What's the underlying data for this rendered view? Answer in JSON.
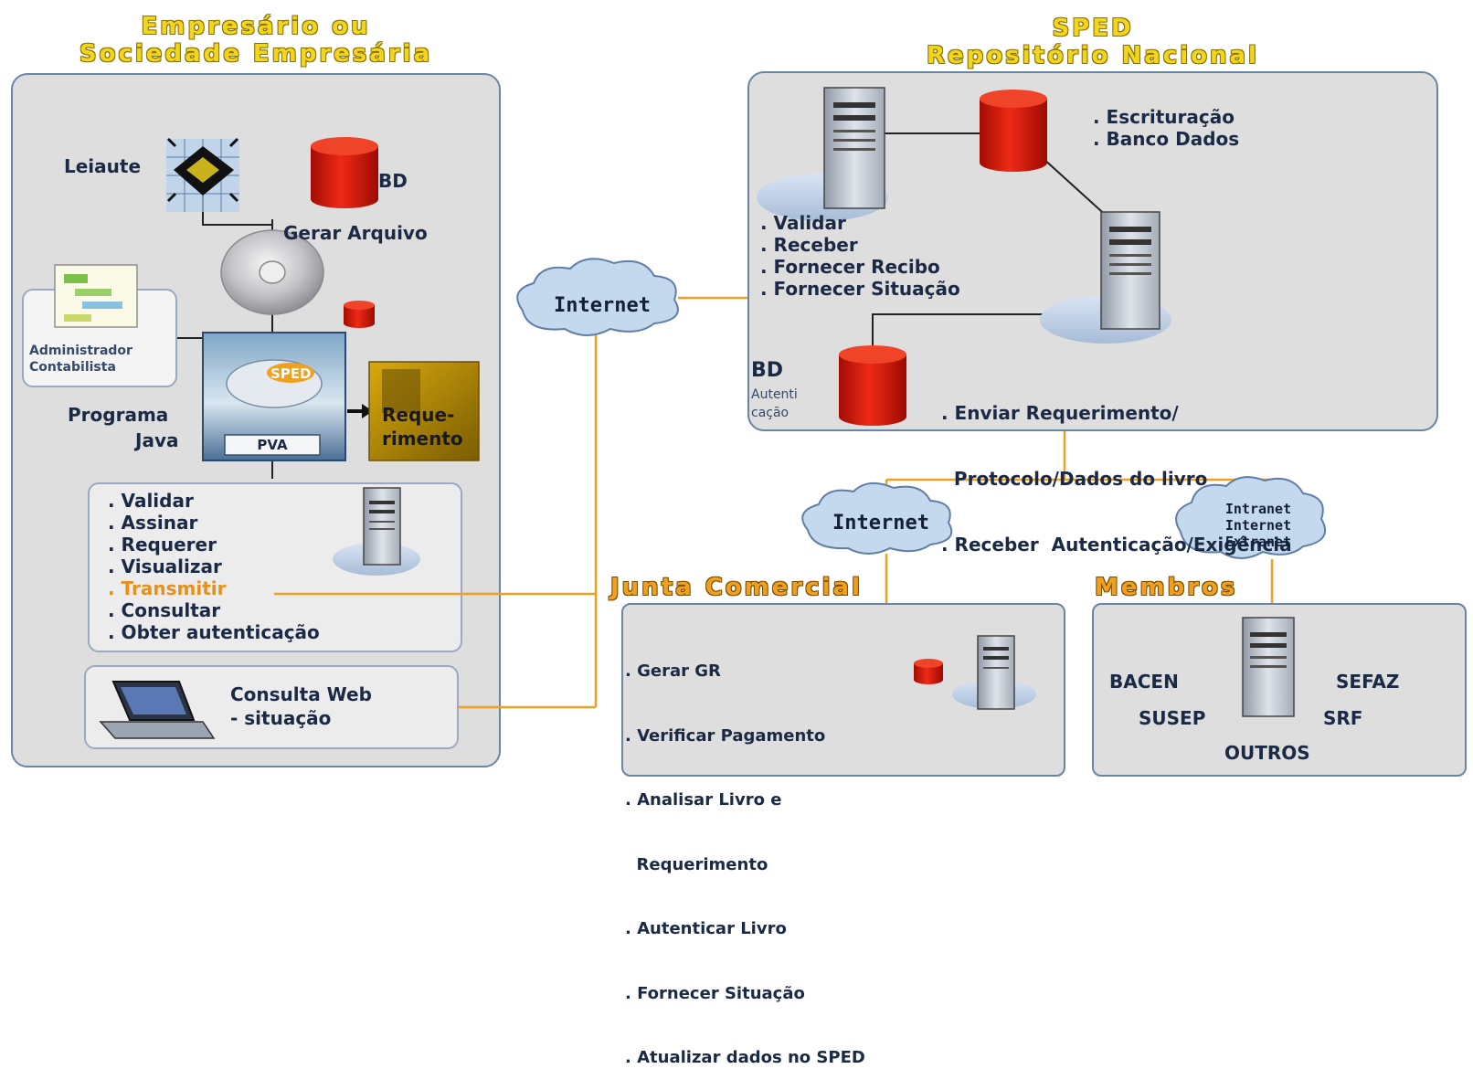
{
  "left": {
    "title_line1": "Empresário ou",
    "title_line2": "Sociedade Empresária",
    "leiaute": "Leiaute",
    "bd": "BD",
    "gerar_arquivo": "Gerar Arquivo",
    "administrador_line1": "Administrador",
    "administrador_line2": "Contabilista",
    "programa_line1": "Programa",
    "programa_line2": "Java",
    "pva": "PVA",
    "sped_badge": "SPED",
    "requerimento_line1": "Reque-",
    "requerimento_line2": "rimento",
    "actions": [
      ". Validar",
      ". Assinar",
      ". Requerer",
      ". Visualizar",
      ". Transmitir",
      ". Consultar",
      ". Obter autenticação"
    ],
    "consulta_line1": "Consulta  Web",
    "consulta_line2": "- situação"
  },
  "right": {
    "title_line1": "SPED",
    "title_line2": "Repositório Nacional",
    "storage_items": [
      ". Escrituração",
      ". Banco Dados"
    ],
    "server_actions": [
      ". Validar",
      ". Receber",
      ". Fornecer Recibo",
      ". Fornecer Situação"
    ],
    "bd": "BD",
    "bd_sub_line1": "Autenti",
    "bd_sub_line2": "cação",
    "requerimento_items": [
      ". Enviar Requerimento/",
      "  Protocolo/Dados do livro",
      ". Receber  Autenticação/Exigência"
    ]
  },
  "clouds": {
    "internet_main": "Internet",
    "internet_junta": "Internet",
    "network_line1": "Intranet",
    "network_line2": "Internet",
    "network_line3": "Extranet"
  },
  "junta": {
    "title": "Junta Comercial",
    "items": [
      ". Gerar GR",
      ". Verificar Pagamento",
      ". Analisar Livro e",
      "  Requerimento",
      ". Autenticar Livro",
      ". Fornecer Situação",
      ". Atualizar dados no SPED"
    ]
  },
  "membros": {
    "title": "Membros",
    "bacen": "BACEN",
    "sefaz": "SEFAZ",
    "susep": "SUSEP",
    "srf": "SRF",
    "outros": "OUTROS"
  },
  "colors": {
    "panel_border": "#6a84a6",
    "connector": "#f0a020",
    "database": "#d81e10",
    "title_yellow": "#f2d51f",
    "highlight": "#e8901c"
  }
}
